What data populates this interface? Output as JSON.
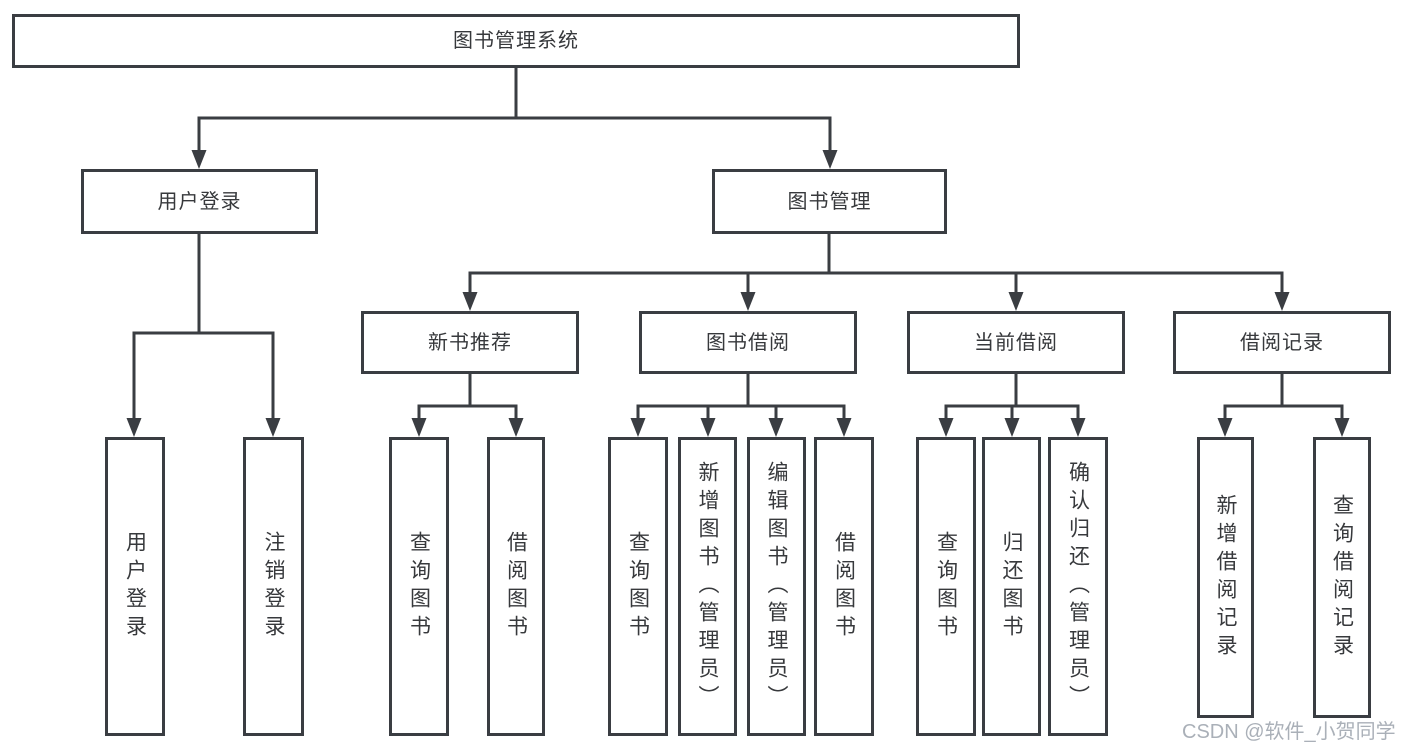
{
  "colors": {
    "line": "#3a3d42",
    "box_border": "#3a3d42",
    "box_fill": "#ffffff",
    "text": "#37393c",
    "background": "#ffffff",
    "watermark_text": "#aab0b8"
  },
  "diagram": {
    "root": {
      "label": "图书管理系统"
    },
    "branches": [
      {
        "label": "用户登录",
        "children": [
          {
            "label": "用户登录"
          },
          {
            "label": "注销登录"
          }
        ]
      },
      {
        "label": "图书管理",
        "children": [
          {
            "label": "新书推荐",
            "children": [
              {
                "label": "查询图书"
              },
              {
                "label": "借阅图书"
              }
            ]
          },
          {
            "label": "图书借阅",
            "children": [
              {
                "label": "查询图书"
              },
              {
                "label": "新增图书（管理员）"
              },
              {
                "label": "编辑图书（管理员）"
              },
              {
                "label": "借阅图书"
              }
            ]
          },
          {
            "label": "当前借阅",
            "children": [
              {
                "label": "查询图书"
              },
              {
                "label": "归还图书"
              },
              {
                "label": "确认归还（管理员）"
              }
            ]
          },
          {
            "label": "借阅记录",
            "children": [
              {
                "label": "新增借阅记录"
              },
              {
                "label": "查询借阅记录"
              }
            ]
          }
        ]
      }
    ]
  },
  "watermark": {
    "text": "CSDN @软件_小贺同学"
  }
}
